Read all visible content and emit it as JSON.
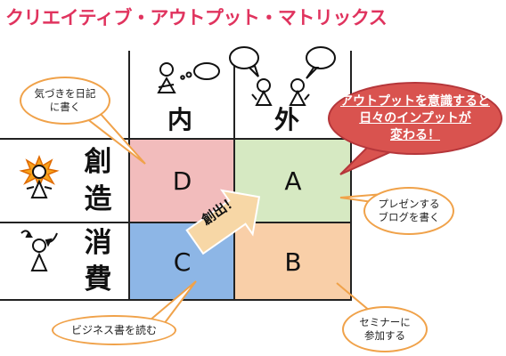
{
  "title": "クリエイティブ・アウトプット・マトリックス",
  "columns": {
    "inner": "内",
    "outer": "外"
  },
  "rows": {
    "create": [
      "創",
      "造"
    ],
    "consume": [
      "消",
      "費"
    ]
  },
  "cells": {
    "d": "D",
    "a": "A",
    "c": "C",
    "b": "B"
  },
  "arrow_label": "創出！",
  "callouts": {
    "diary": "気づきを日記\nに書く",
    "highlight": "アウトプットを意識すると\n日々のインプットが\n変わる！",
    "blog": "プレゼンする\nブログを書く",
    "business": "ビジネス書を読む",
    "seminar": "セミナーに\n参加する"
  },
  "colors": {
    "title": "#e0335e",
    "cell_d": "#f2bcbc",
    "cell_a": "#d6e9c2",
    "cell_c": "#8db6e6",
    "cell_b": "#f9cfa8",
    "callout_border": "#f0a24a",
    "highlight_fill": "#d9534f",
    "arrow_fill": "#f7d7a6"
  },
  "icons": [
    "thinking-person-icon",
    "two-talking-people-icon",
    "sun-burst-person-icon",
    "reading-person-icon"
  ]
}
